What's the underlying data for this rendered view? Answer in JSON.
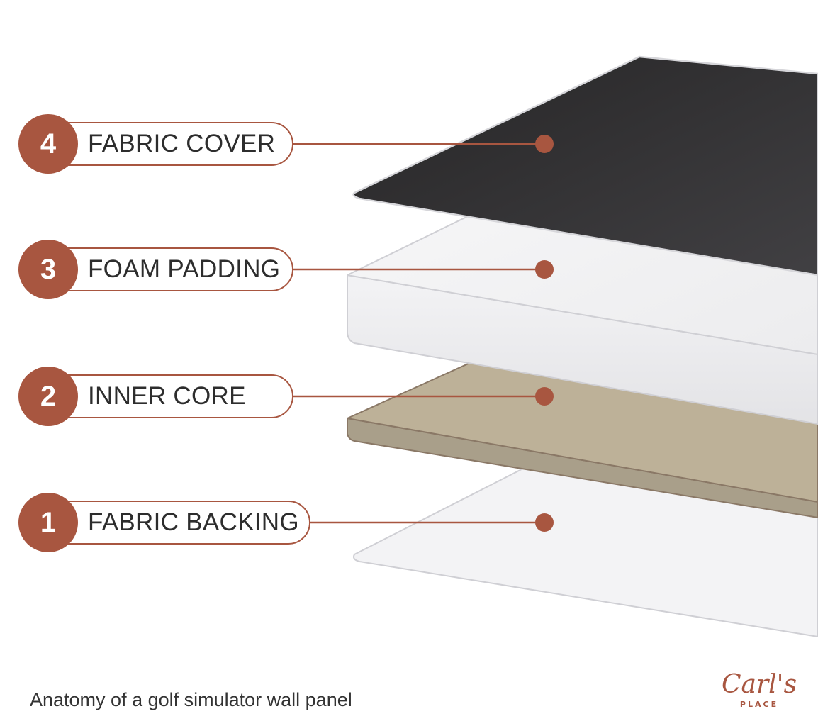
{
  "layers": [
    {
      "number": "4",
      "label": "FABRIC COVER"
    },
    {
      "number": "3",
      "label": "FOAM PADDING"
    },
    {
      "number": "2",
      "label": "INNER CORE"
    },
    {
      "number": "1",
      "label": "FABRIC BACKING"
    }
  ],
  "caption": "Anatomy of a golf simulator wall panel",
  "logo": {
    "script": "Carl's",
    "sub": "PLACE"
  },
  "colors": {
    "accent": "#a85640",
    "fabric_cover": "#333234",
    "foam_padding": "#eeeef0",
    "inner_core": "#bdb198",
    "fabric_backing": "#f2f2f4"
  }
}
